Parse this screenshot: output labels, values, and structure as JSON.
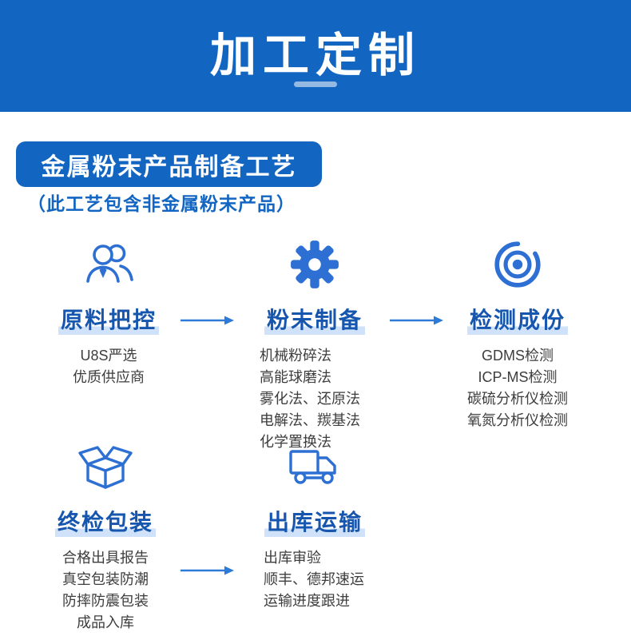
{
  "banner": {
    "title": "加工定制"
  },
  "process": {
    "badge_title": "金属粉末产品制备工艺",
    "badge_subtitle": "（此工艺包含非金属粉末产品）"
  },
  "steps": [
    {
      "icon": "people-icon",
      "title": "原料把控",
      "items": [
        "U8S严选",
        "优质供应商"
      ]
    },
    {
      "icon": "gear-icon",
      "title": "粉末制备",
      "items": [
        "机械粉碎法",
        "高能球磨法",
        "雾化法、还原法",
        "电解法、羰基法",
        "化学置换法"
      ]
    },
    {
      "icon": "target-icon",
      "title": "检测成份",
      "items": [
        "GDMS检测",
        "ICP-MS检测",
        "碳硫分析仪检测",
        "氧氮分析仪检测"
      ]
    },
    {
      "icon": "open-box-icon",
      "title": "终检包装",
      "items": [
        "合格出具报告",
        "真空包装防潮",
        "防摔防震包装",
        "成品入库"
      ]
    },
    {
      "icon": "truck-icon",
      "title": "出库运输",
      "items": [
        "出库审验",
        "顺丰、德邦速运",
        "运输进度跟进"
      ]
    }
  ],
  "colors": {
    "primary_blue": "#1365c2",
    "icon_blue": "#2d6fd2",
    "title_blue": "#1656ae",
    "title_highlight": "#cfe2f9",
    "arrow_blue": "#2d7ad8"
  }
}
